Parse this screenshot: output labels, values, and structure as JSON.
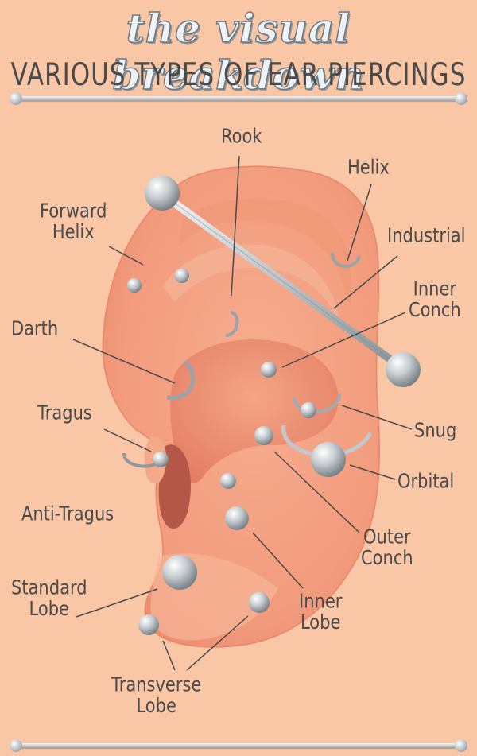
{
  "title": {
    "script": "the visual breakdown",
    "subtitle": "VARIOUS TYPES OF EAR PIERCINGS"
  },
  "labels": {
    "rook": "Rook",
    "helix": "Helix",
    "forward_helix": [
      "Forward",
      "Helix"
    ],
    "industrial": "Industrial",
    "inner_conch": [
      "Inner",
      "Conch"
    ],
    "darth": "Darth",
    "tragus": "Tragus",
    "snug": "Snug",
    "orbital": "Orbital",
    "anti_tragus": "Anti-Tragus",
    "outer_conch": [
      "Outer",
      "Conch"
    ],
    "standard_lobe": [
      "Standard",
      "Lobe"
    ],
    "inner_lobe": [
      "Inner",
      "Lobe"
    ],
    "transverse_lobe": [
      "Transverse",
      "Lobe"
    ]
  },
  "colors": {
    "background": "#f9c7a6",
    "text": "#4a4a4a",
    "skin": "#f5a488",
    "metal": "#b5bdc2"
  }
}
